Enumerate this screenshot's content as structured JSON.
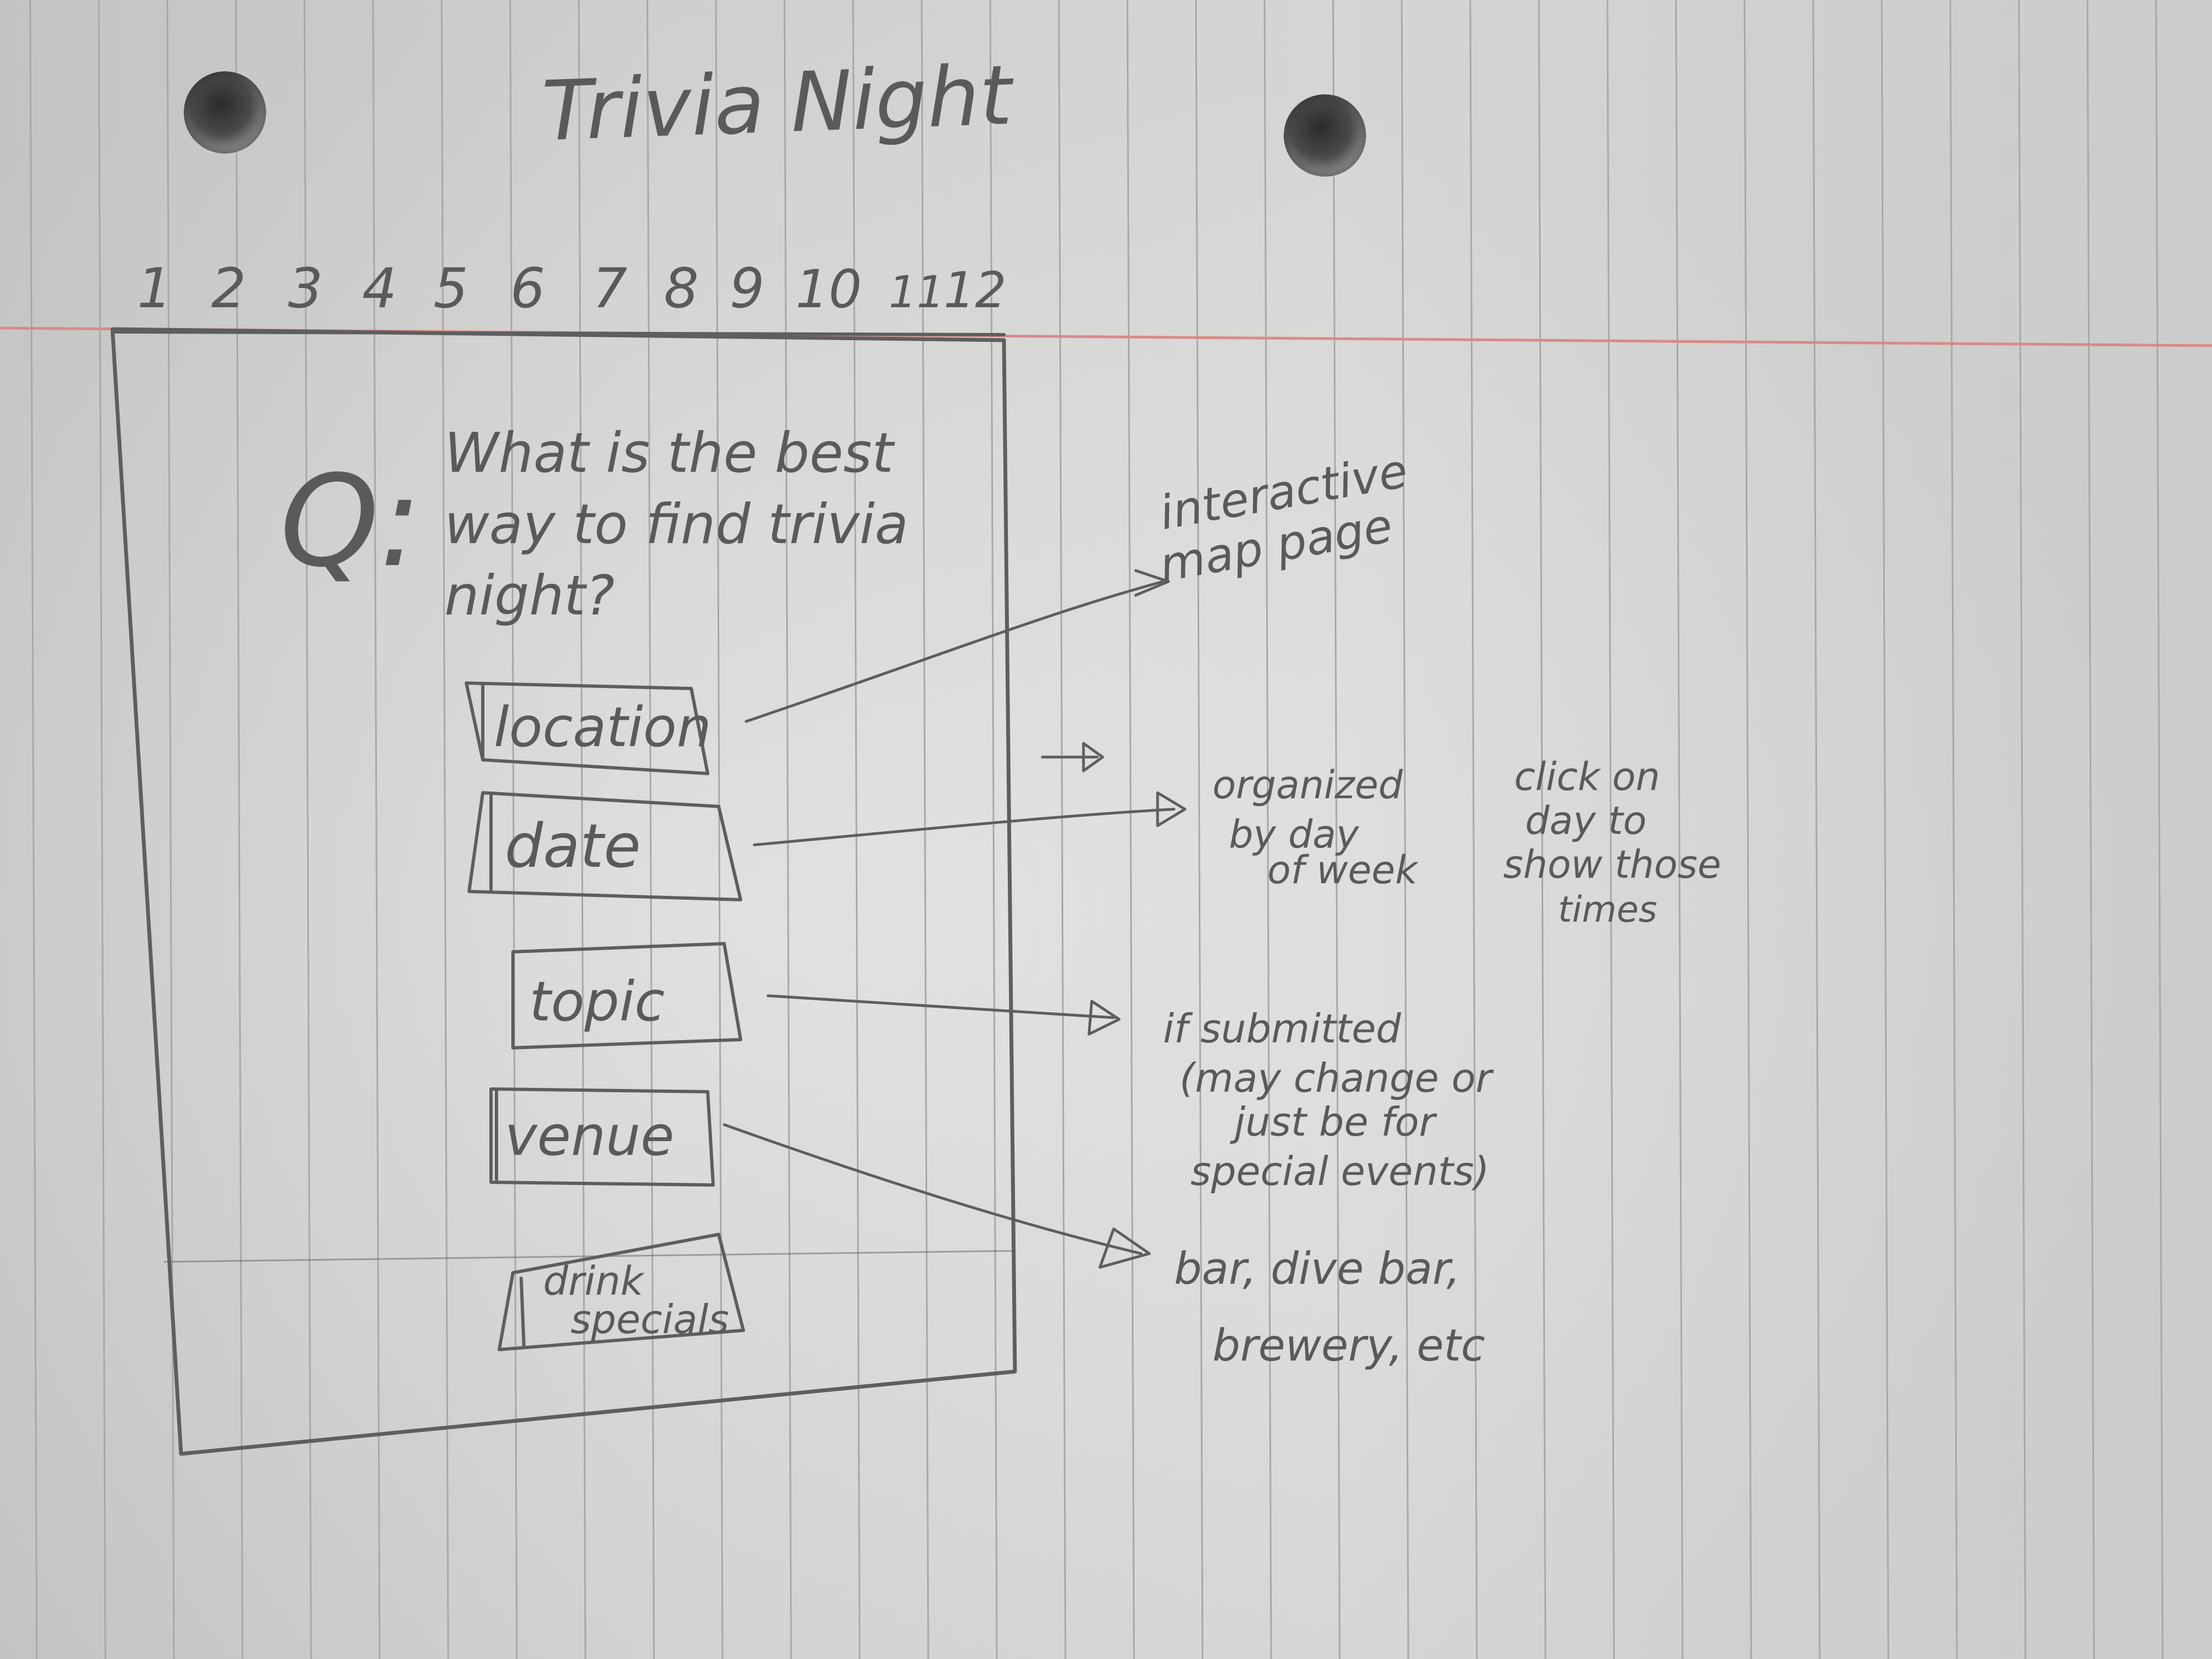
{
  "title": "Trivia Night",
  "tabs": [
    "1",
    "2",
    "3",
    "4",
    "5",
    "6",
    "7",
    "8",
    "9",
    "10",
    "11",
    "12"
  ],
  "question": {
    "marker": "Q:",
    "lines": [
      "What is the best",
      "way to find trivia",
      "night?"
    ]
  },
  "options": [
    {
      "label": "location"
    },
    {
      "label": "date"
    },
    {
      "label": "topic"
    },
    {
      "label": "venue"
    },
    {
      "label_lines": [
        "drink",
        "specials"
      ]
    }
  ],
  "notes": {
    "map": [
      "interactive",
      "map page"
    ],
    "organized": [
      "organized",
      "by day",
      "of week"
    ],
    "click": [
      "click on",
      "day to",
      "show those",
      "times"
    ],
    "submitted": [
      "if submitted",
      "(may change or",
      "just be for",
      "special events)"
    ],
    "venue_types": [
      "bar, dive bar,",
      "brewery, etc"
    ]
  },
  "colors": {
    "pencil": "#5e5e5e",
    "rule_line": "#a8a8a8",
    "margin_line": "#d98a8a"
  }
}
